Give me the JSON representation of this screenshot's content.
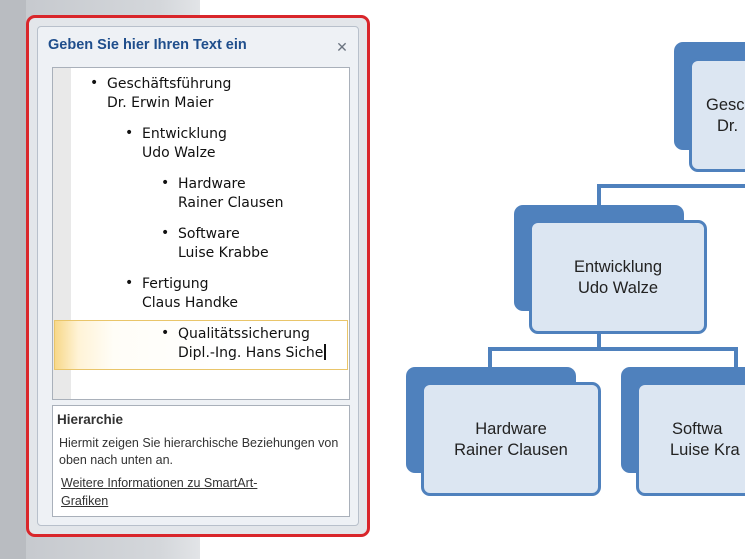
{
  "text_pane": {
    "title": "Geben Sie hier Ihren Text ein",
    "close_icon": "close-icon",
    "items": [
      {
        "level": 1,
        "line1": "Geschäftsführung",
        "line2": "Dr. Erwin Maier"
      },
      {
        "level": 2,
        "line1": "Entwicklung",
        "line2": "Udo Walze"
      },
      {
        "level": 3,
        "line1": "Hardware",
        "line2": "Rainer Clausen"
      },
      {
        "level": 3,
        "line1": "Software",
        "line2": "Luise Krabbe"
      },
      {
        "level": 2,
        "line1": "Fertigung",
        "line2": "Claus Handke"
      },
      {
        "level": 3,
        "line1": "Qualitätssicherung",
        "line2": "Dipl.-Ing. Hans Siche"
      }
    ],
    "info": {
      "title": "Hierarchie",
      "description": "Hiermit zeigen Sie hierarchische Beziehungen von oben nach unten an.",
      "link": "Weitere Informationen zu SmartArt-Grafiken"
    }
  },
  "smartart": {
    "top": {
      "line1": "Gesc",
      "line2": "Dr."
    },
    "middle": {
      "line1": "Entwicklung",
      "line2": "Udo Walze"
    },
    "bottom_left": {
      "line1": "Hardware",
      "line2": "Rainer Clausen"
    },
    "bottom_right": {
      "line1": "Softwa",
      "line2": "Luise Kra"
    }
  },
  "colors": {
    "accent": "#4f81bd",
    "highlight_frame": "#d9262b",
    "shape_fill": "#dce6f2"
  }
}
